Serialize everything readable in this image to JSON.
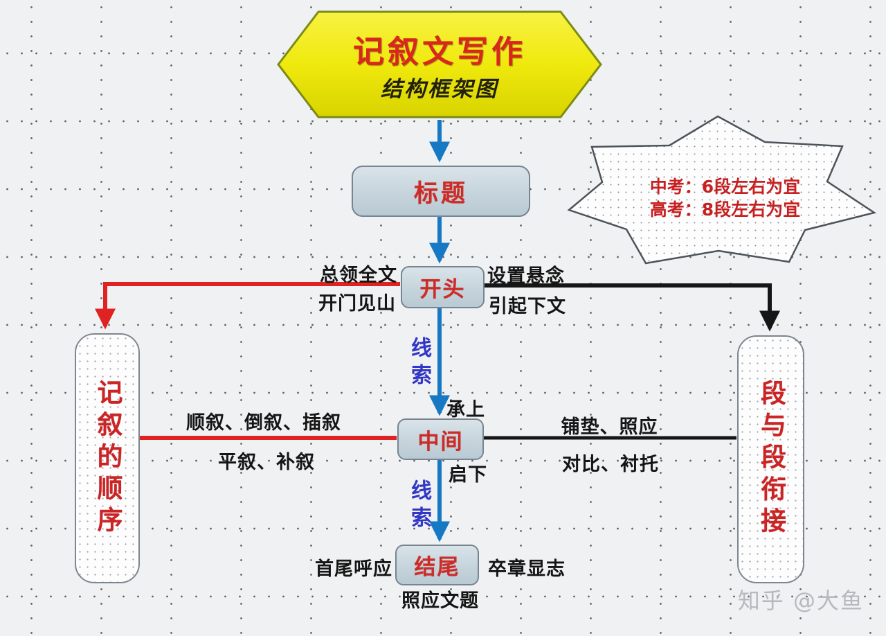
{
  "header": {
    "title": "记叙文写作",
    "subtitle": "结构框架图"
  },
  "burst": {
    "line1": "中考：6段左右为宜",
    "line2": "高考：8段左右为宜"
  },
  "nodes": {
    "title_box": "标题",
    "opening_box": "开头",
    "middle_box": "中间",
    "ending_box": "结尾"
  },
  "side_boxes": {
    "left": "记叙的顺序",
    "right": "段与段衔接"
  },
  "labels": {
    "opening_left_top": "总领全文",
    "opening_left_bottom": "开门见山",
    "opening_right_top": "设置悬念",
    "opening_right_bottom": "引起下文",
    "clue_upper": "线索",
    "clue_lower": "线索",
    "cheng_shang": "承上",
    "qi_xia": "启下",
    "middle_left_top": "顺叙、倒叙、插叙",
    "middle_left_bottom": "平叙、补叙",
    "middle_right_top": "铺垫、照应",
    "middle_right_bottom": "对比、衬托",
    "ending_left": "首尾呼应",
    "ending_right": "卒章显志",
    "ending_bottom": "照应文题"
  },
  "watermark": "知乎 @大鱼",
  "colors": {
    "hexagon_fill": "#ece400",
    "node_fill": "#c9d6de",
    "accent_red": "#d8281d",
    "arrow_blue": "#1779c4",
    "line_red": "#e02322",
    "line_black": "#161616",
    "clue_blue": "#3136c4"
  }
}
